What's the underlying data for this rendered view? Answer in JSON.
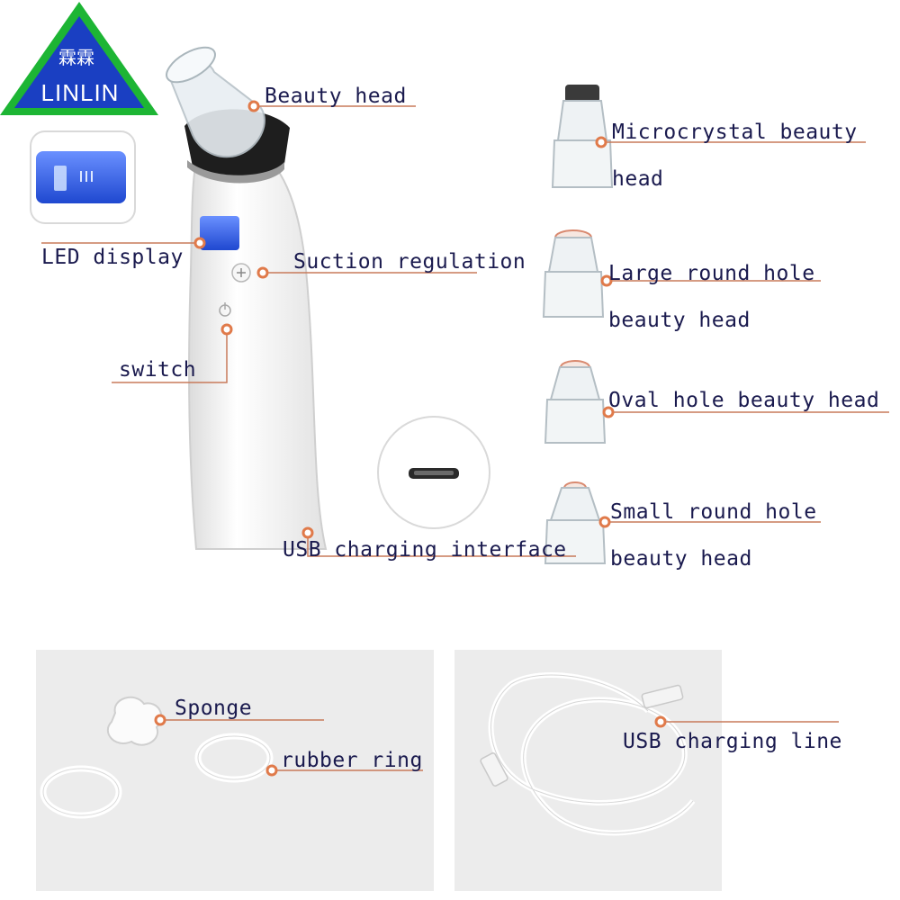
{
  "brand": {
    "logo_cn": "霖霖",
    "logo_en": "LINLIN",
    "colors": {
      "logo_green": "#1db534",
      "logo_blue": "#1a3fc2"
    }
  },
  "colors": {
    "label_text": "#1a1a4e",
    "leader_line": "#c87a5a",
    "dot": "#e07a4a",
    "panel_bg": "#ececec",
    "led_blue": "#3a66e0"
  },
  "labels": {
    "beauty_head": "Beauty head",
    "led_display": "LED display",
    "suction_regulation": "Suction regulation",
    "switch": "switch",
    "usb_interface": "USB charging interface",
    "microcrystal_1": "Microcrystal beauty",
    "microcrystal_2": "head",
    "large_round_1": "Large round hole",
    "large_round_2": "beauty head",
    "oval_hole": "Oval hole beauty head",
    "small_round_1": "Small round hole",
    "small_round_2": "beauty head",
    "sponge": "Sponge",
    "rubber_ring": "rubber ring",
    "usb_line": "USB charging line"
  }
}
